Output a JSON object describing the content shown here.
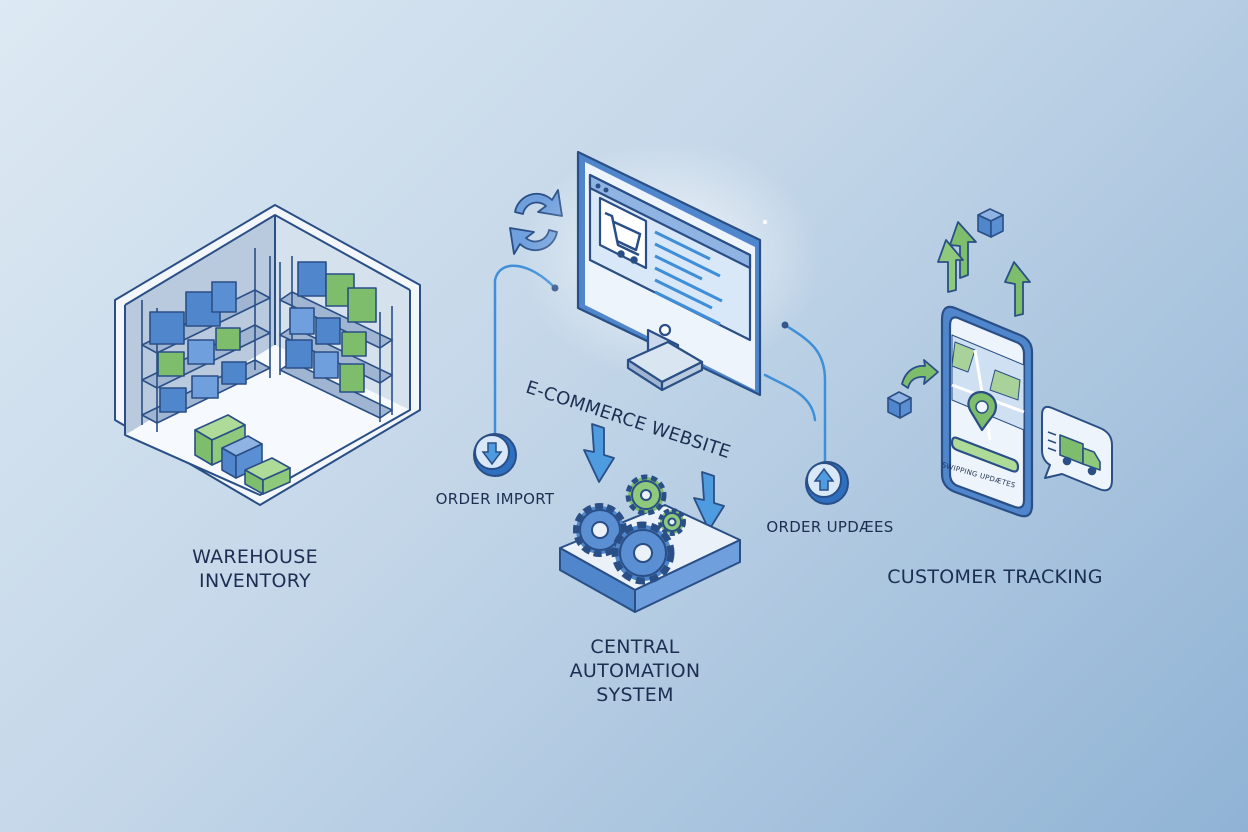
{
  "labels": {
    "warehouse_line1": "WAREHOUSE",
    "warehouse_line2": "INVENTORY",
    "ecommerce": "E-COMMERCE WEBSITE",
    "order_import": "ORDER IMPORT",
    "order_updates": "ORDER UPDÆES",
    "central_line1": "CENTRAL",
    "central_line2": "AUTOMATION",
    "central_line3": "SYSTEM",
    "customer_tracking": "CUSTOMER TRACKING",
    "shipping_updates": "SWIPPING UPDÆTES"
  },
  "colors": {
    "outline": "#2a4f86",
    "blue": "#4f86cc",
    "blue_light": "#8fb4e4",
    "green": "#7dbd6c",
    "green_light": "#aedb98",
    "screen": "#d9e8f8",
    "connector": "#3f8fd8"
  },
  "icons": {
    "sync": "sync-arrows-icon",
    "cart": "shopping-cart-icon",
    "import": "arrow-down-circle-icon",
    "updates": "arrow-up-circle-icon",
    "gears": "gears-icon",
    "map_pin": "map-pin-icon",
    "truck": "delivery-truck-icon"
  }
}
